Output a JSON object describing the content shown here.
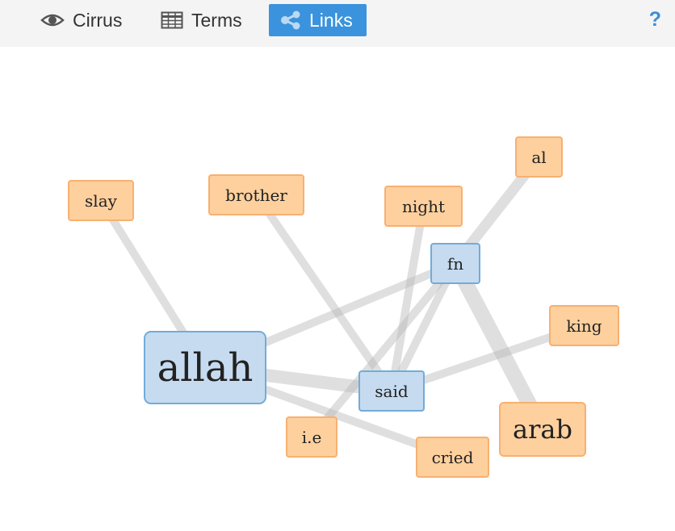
{
  "toolbar": {
    "tabs": [
      {
        "label": "Cirrus",
        "icon": "eye-icon"
      },
      {
        "label": "Terms",
        "icon": "table-icon"
      },
      {
        "label": "Links",
        "icon": "share-icon",
        "active": true
      }
    ],
    "help_label": "?",
    "accent_color": "#3a93dc"
  },
  "graph": {
    "nodes": [
      {
        "id": "allah",
        "label": "allah",
        "type": "keyword"
      },
      {
        "id": "said",
        "label": "said",
        "type": "keyword"
      },
      {
        "id": "fn",
        "label": "fn",
        "type": "keyword"
      },
      {
        "id": "slay",
        "label": "slay",
        "type": "context"
      },
      {
        "id": "brother",
        "label": "brother",
        "type": "context"
      },
      {
        "id": "night",
        "label": "night",
        "type": "context"
      },
      {
        "id": "al",
        "label": "al",
        "type": "context"
      },
      {
        "id": "king",
        "label": "king",
        "type": "context"
      },
      {
        "id": "arab",
        "label": "arab",
        "type": "context"
      },
      {
        "id": "cried",
        "label": "cried",
        "type": "context"
      },
      {
        "id": "ie",
        "label": "i.e",
        "type": "context"
      }
    ],
    "links": [
      {
        "source": "allah",
        "target": "slay",
        "weight": 2
      },
      {
        "source": "allah",
        "target": "fn",
        "weight": 2
      },
      {
        "source": "allah",
        "target": "said",
        "weight": 4
      },
      {
        "source": "allah",
        "target": "cried",
        "weight": 2
      },
      {
        "source": "said",
        "target": "brother",
        "weight": 2
      },
      {
        "source": "said",
        "target": "night",
        "weight": 2
      },
      {
        "source": "said",
        "target": "fn",
        "weight": 2
      },
      {
        "source": "said",
        "target": "king",
        "weight": 2
      },
      {
        "source": "fn",
        "target": "al",
        "weight": 3
      },
      {
        "source": "fn",
        "target": "arab",
        "weight": 5
      },
      {
        "source": "fn",
        "target": "ie",
        "weight": 2
      }
    ],
    "colors": {
      "keyword_fill": "#c6dbf0",
      "keyword_border": "#72acd8",
      "context_fill": "#fdd09e",
      "context_border": "#f8b070",
      "link": "#d8d8d8"
    }
  }
}
